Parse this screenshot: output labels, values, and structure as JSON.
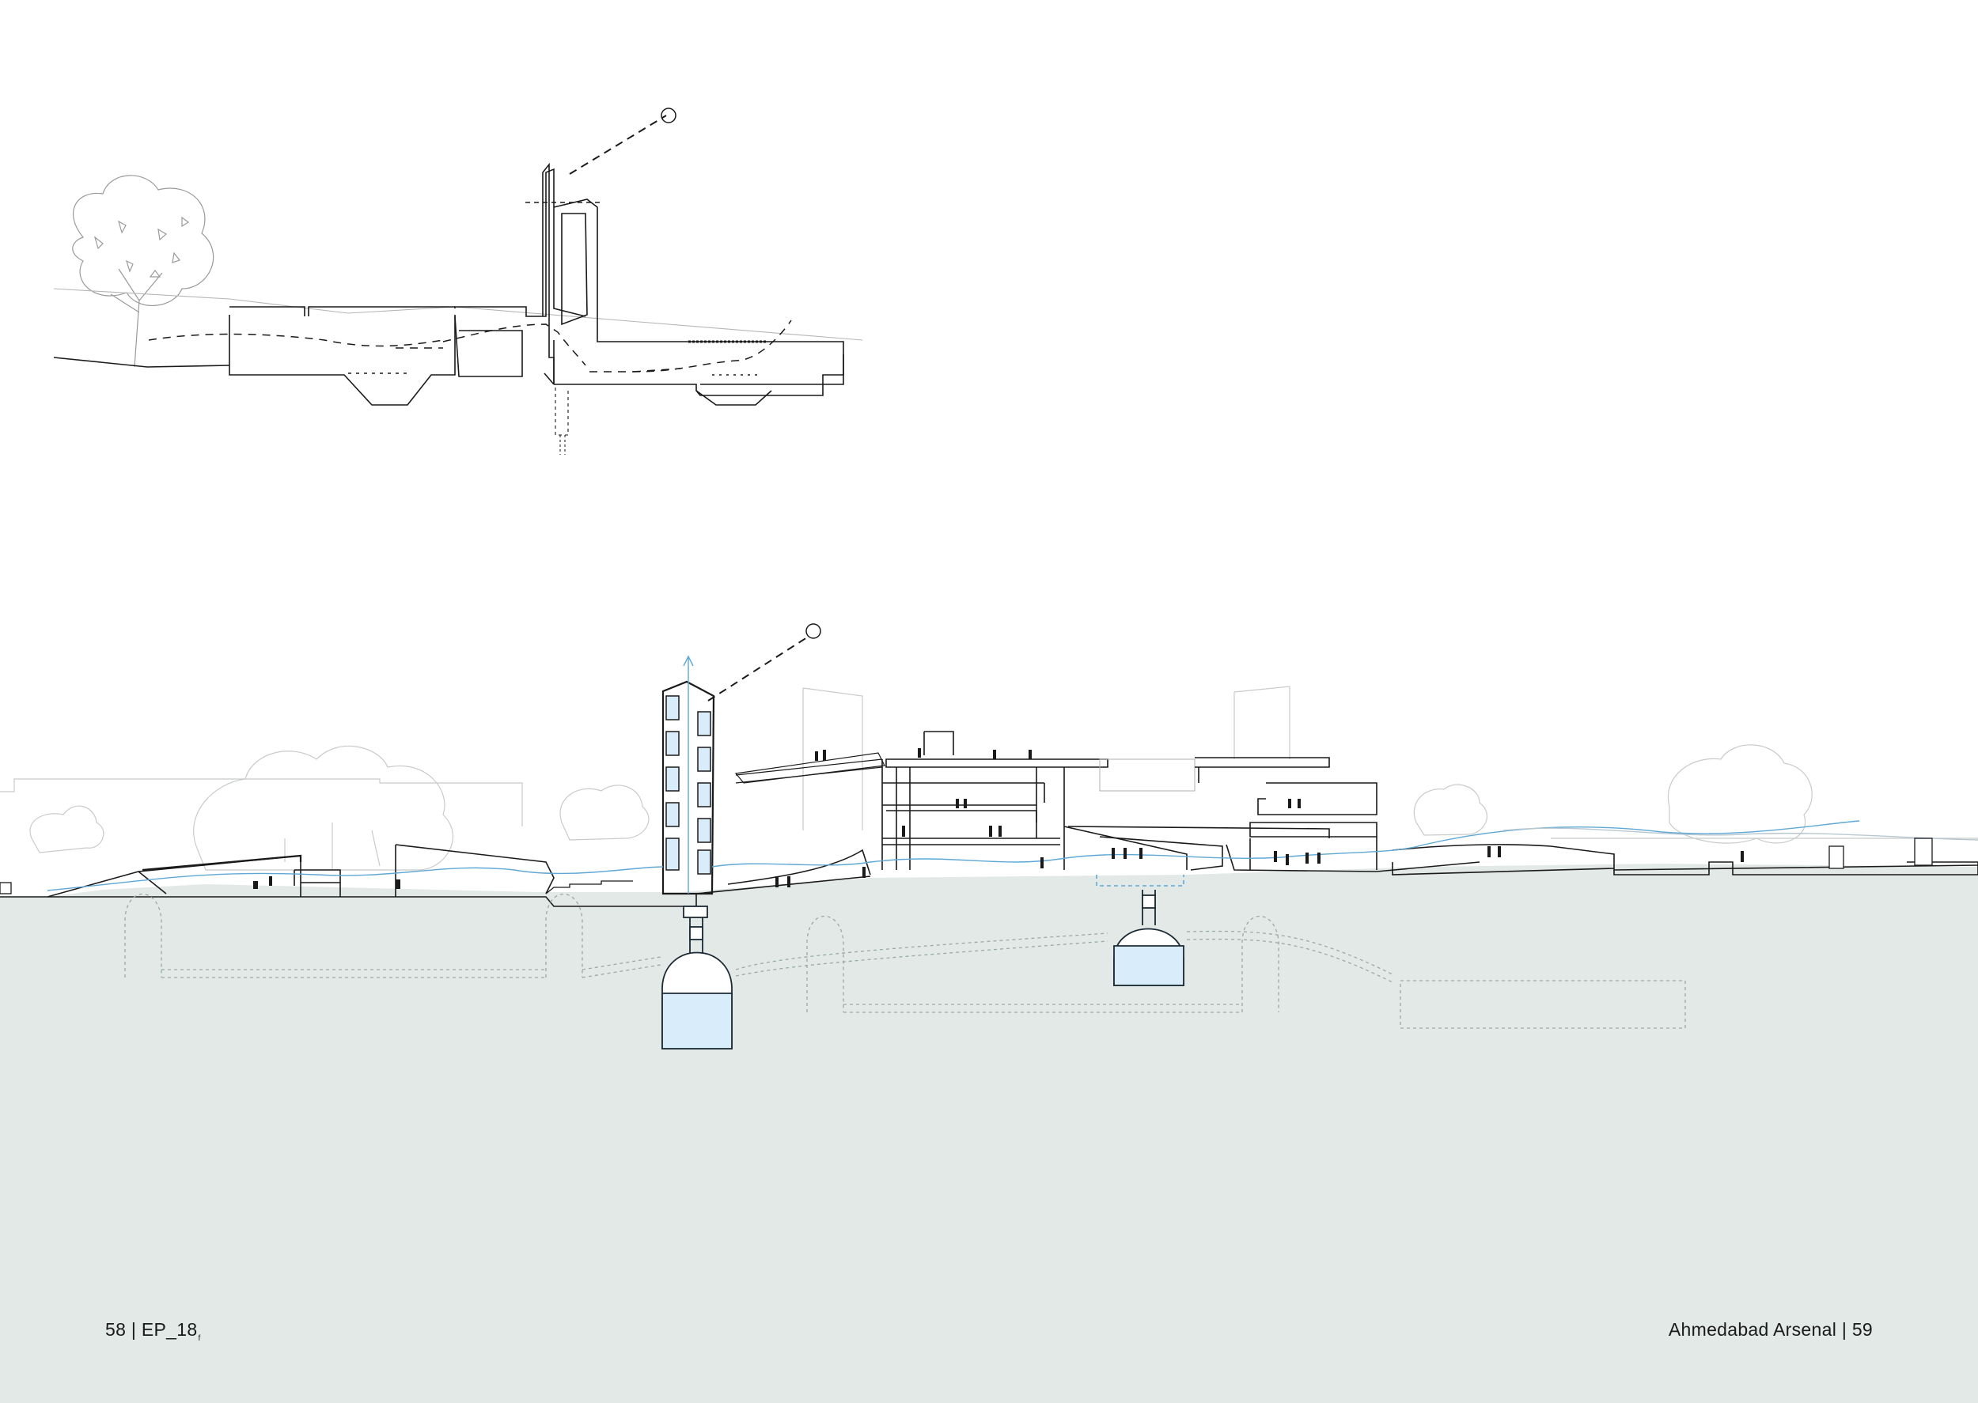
{
  "footer": {
    "left_page_number": "58",
    "left_separator": "|",
    "left_series": "EP_18",
    "left_series_sub": "f",
    "right_title": "Ahmedabad Arsenal",
    "right_separator": "|",
    "right_page_number": "59"
  },
  "colors": {
    "ground": "#e3e9e6",
    "water": "#d9ecfa",
    "water_stroke": "#1c2a35",
    "flow_line": "#5fa8d6",
    "line": "#1a1a1a",
    "ghost": "#c9cccc",
    "dashed_underground": "#9aaaa4"
  },
  "drawings": [
    {
      "id": "upper-section-diagram",
      "kind": "architectural-section"
    },
    {
      "id": "lower-section-drawing",
      "kind": "architectural-section"
    }
  ]
}
